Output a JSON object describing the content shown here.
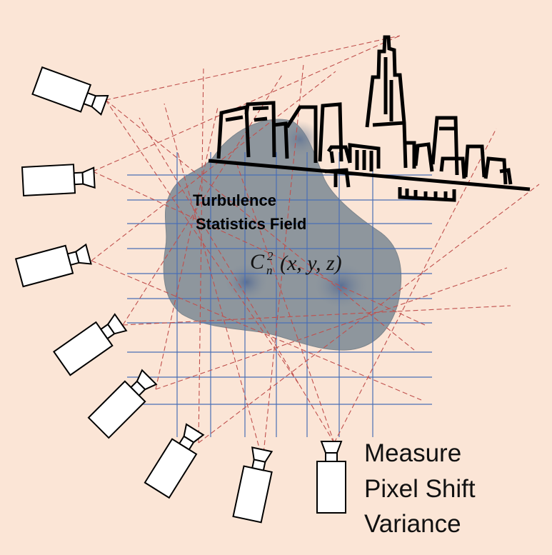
{
  "field_label": {
    "line1": "Turbulence",
    "line2": "Statistics Field"
  },
  "formula": {
    "symbol": "C",
    "superscript": "2",
    "subscript": "n",
    "args": "(x, y, z)"
  },
  "caption": {
    "line1": "Measure",
    "line2": "Pixel Shift",
    "line3": "Variance"
  },
  "icons": [
    "camera-icon",
    "city-skyline-icon"
  ],
  "colors": {
    "background": "#fbe5d6",
    "grid": "#4a6fb5",
    "rays": "#c0504d",
    "field": "#8e969d",
    "hotspot": "#5a6f94"
  }
}
